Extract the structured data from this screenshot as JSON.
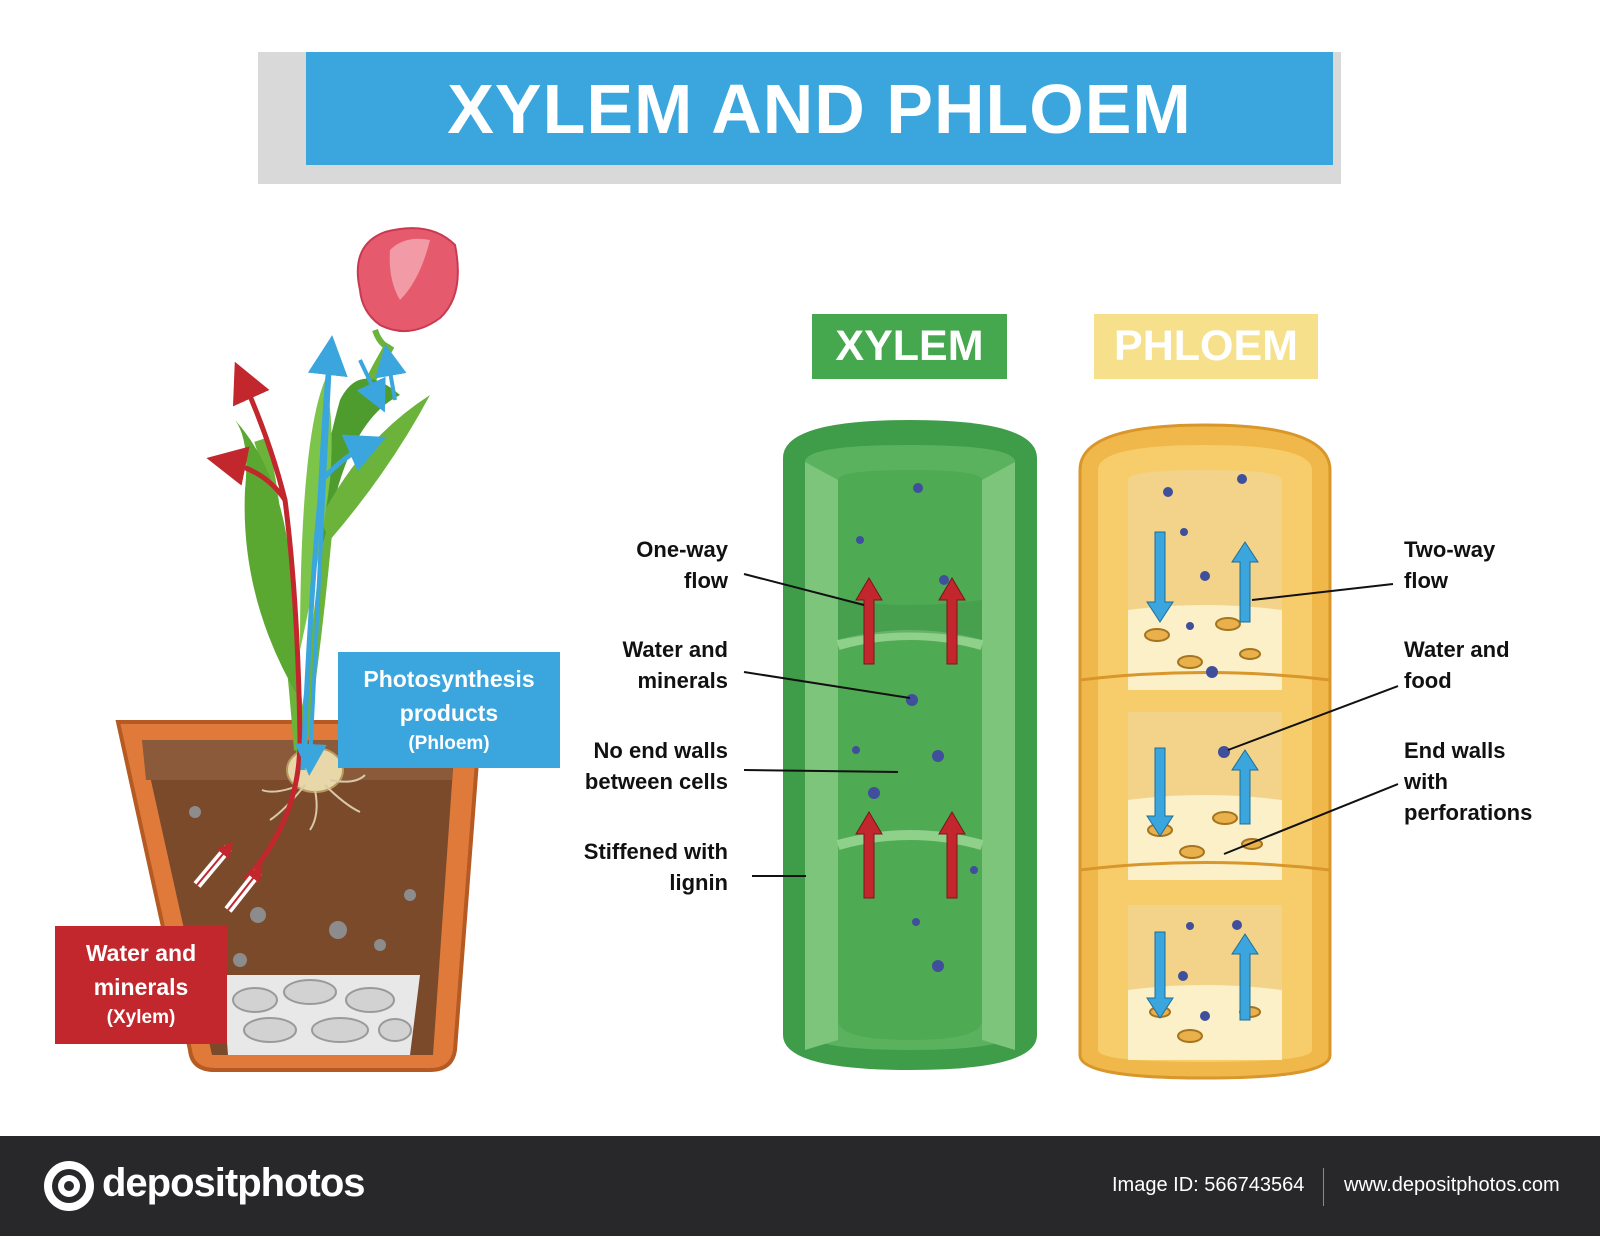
{
  "title": "XYLEM AND PHLOEM",
  "xylem_heading": "XYLEM",
  "phloem_heading": "PHLOEM",
  "plant_labels": {
    "phloem_box": {
      "line1": "Photosynthesis",
      "line2": "products",
      "line3": "(Phloem)"
    },
    "xylem_box": {
      "line1": "Water and",
      "line2": "minerals",
      "line3": "(Xylem)"
    }
  },
  "xylem_labels": [
    {
      "line1": "One-way",
      "line2": "flow"
    },
    {
      "line1": "Water and",
      "line2": "minerals"
    },
    {
      "line1": "No end walls",
      "line2": "between cells"
    },
    {
      "line1": "Stiffened with",
      "line2": "lignin"
    }
  ],
  "phloem_labels": [
    {
      "line1": "Two-way",
      "line2": "flow",
      "line3": ""
    },
    {
      "line1": "Water and",
      "line2": "food",
      "line3": ""
    },
    {
      "line1": "End walls",
      "line2": "with",
      "line3": "perforations"
    }
  ],
  "footer": {
    "logo": "depositphotos",
    "image_id": "Image ID: 566743564",
    "url": "www.depositphotos.com"
  },
  "colors": {
    "title_blue": "#3aa6dd",
    "xylem_green": "#46a84e",
    "phloem_yellow": "#f6e08c",
    "xylem_red": "#c1272d",
    "footer_dark": "#28282a"
  }
}
